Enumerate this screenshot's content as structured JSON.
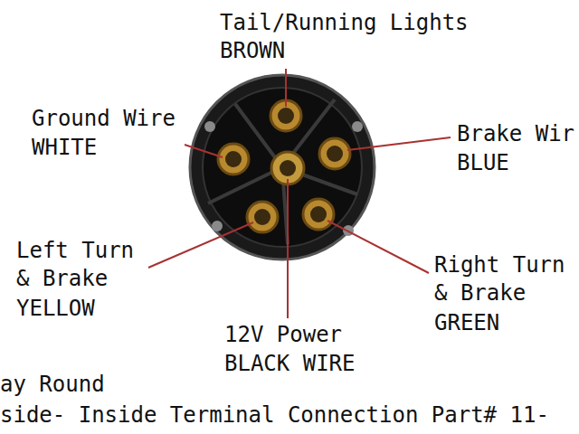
{
  "diagram": {
    "labels": [
      "Tail/Running Lights",
      "BROWN",
      "Ground Wire",
      "WHITE",
      "Brake Wir",
      "BLUE",
      "Left Turn & Brake",
      "YELLOW",
      "Right Turn & Brake",
      "GREEN",
      "12V Power",
      "BLACK WIRE",
      "ay Round",
      "side- Inside Terminal Connection Part# 11-"
    ]
  }
}
